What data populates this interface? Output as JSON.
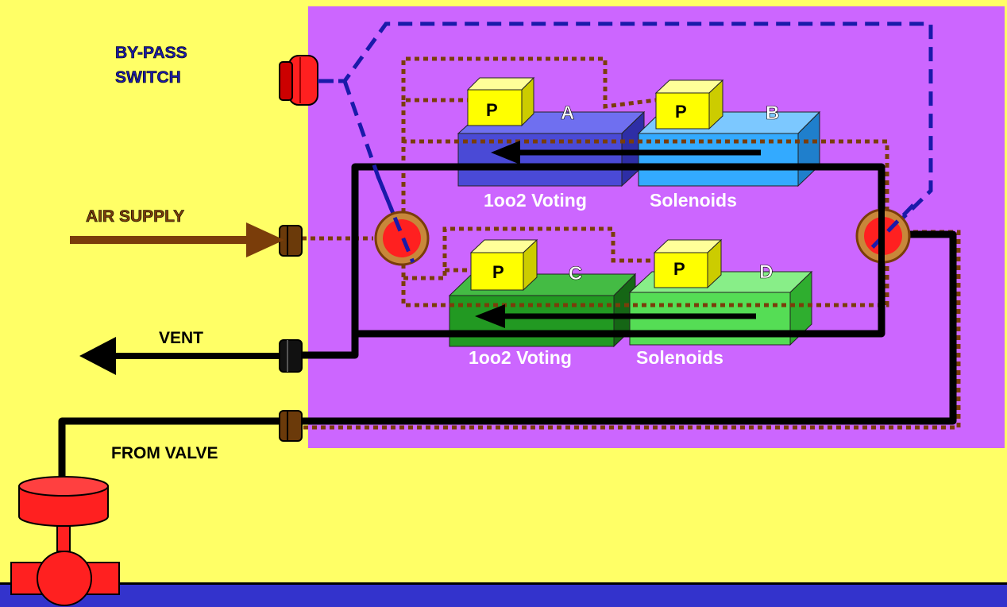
{
  "labels": {
    "bypass_line1": "BY-PASS",
    "bypass_line2": "SWITCH",
    "air_supply": "AIR SUPPLY",
    "vent": "VENT",
    "from_valve": "FROM VALVE",
    "voting_top": "1oo2 Voting",
    "solenoids_top": "Solenoids",
    "voting_bottom": "1oo2 Voting",
    "solenoids_bottom": "Solenoids"
  },
  "solenoids": [
    {
      "id": "A",
      "pressure": "P"
    },
    {
      "id": "B",
      "pressure": "P"
    },
    {
      "id": "C",
      "pressure": "P"
    },
    {
      "id": "D",
      "pressure": "P"
    }
  ],
  "colors": {
    "background": "#ffff66",
    "panel": "#cc66ff",
    "footer": "#3333cc",
    "solenoid_a": "#4a4ad6",
    "solenoid_b": "#33aaff",
    "solenoid_c": "#229922",
    "solenoid_d": "#55dd55",
    "pressure_box": "#ffff00",
    "air_line": "#7a3d0a",
    "vent_line": "#000000",
    "bypass_line": "#1a1aaa",
    "valve": "#ff2020"
  }
}
